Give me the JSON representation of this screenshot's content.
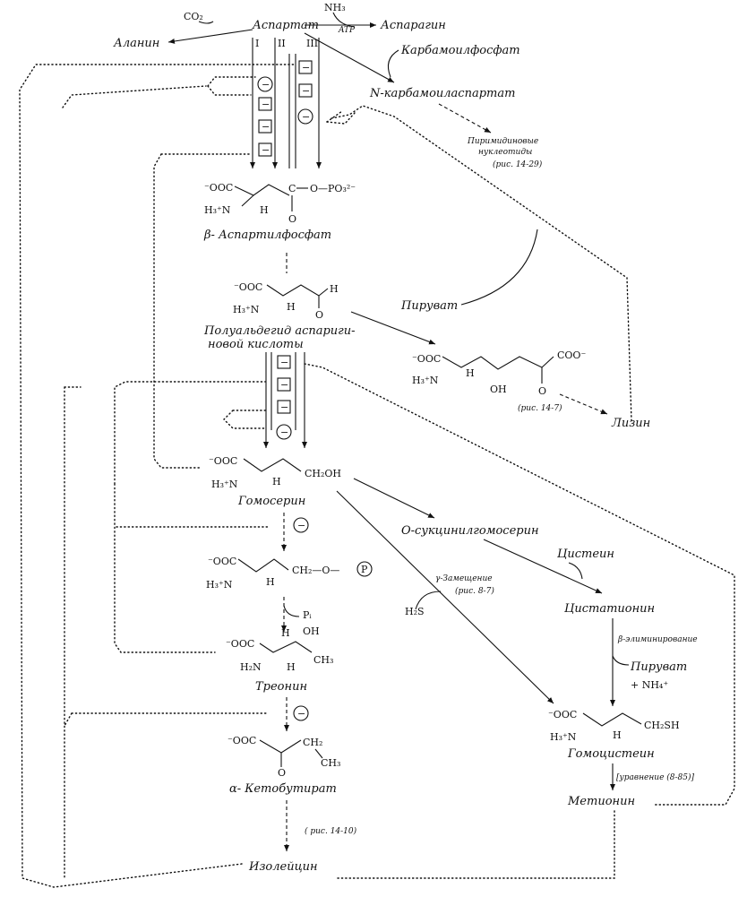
{
  "compounds": {
    "aspartate": "Аспартат",
    "asparagine": "Аспарагин",
    "alanine": "Аланин",
    "carbamoyl_aspartate": "N-карбамоиласпартат",
    "pyrimidines_l1": "Пиримидиновые",
    "pyrimidines_l2": "нуклеотиды",
    "pyrimidines_ref": "(рис. 14-29)",
    "aspartyl_phosphate": "β- Аспартилфосфат",
    "semialdehyde_l1": "Полуальдегид аспаригu-",
    "semialdehyde_l2": "новой кислоты",
    "lysine": "Лизин",
    "lysine_ref": "(рис. 14-7)",
    "homoserine": "Гомосерин",
    "succinyl_homoserine": "О-сукцинилгомосерин",
    "cystathionine": "Цистатионин",
    "homocysteine": "Гомоцистеин",
    "methionine": "Метионин",
    "threonine": "Треонин",
    "ketobutyrate": "α- Кетобутират",
    "ketobutyrate_ref": "( рис. 14-10)",
    "isoleucine": "Изолейцин"
  },
  "reagents": {
    "co2": "CO₂",
    "nh3": "NH₃",
    "atp": "ATP",
    "carbamoyl_phosphate": "Карбамоилфосфат",
    "pyruvate_in": "Пируват",
    "cysteine": "Цистеин",
    "gamma_subst_l1": "γ-Замещение",
    "gamma_subst_l2": "(рис. 8-7)",
    "h2s": "H₂S",
    "beta_elim": "β-элиминирование",
    "pyruvate_out": "Пируват",
    "nh4": "+ NH₄⁺",
    "equation_ref": "[уравнение (8-85)]",
    "pi": "Pᵢ"
  },
  "isozymes": [
    "I",
    "II",
    "III"
  ],
  "regulation_signs": {
    "minus": "−"
  },
  "formula": {
    "ooc": "⁻OOC",
    "h3n": "H₃⁺N",
    "h": "H",
    "h2n": "H₂N",
    "o": "O",
    "oh": "OH",
    "ch3": "CH₃",
    "ch2": "CH₂",
    "ch2oh": "CH₂OH",
    "ch2sh": "CH₂SH",
    "c": "C",
    "po3": "O—PO₃²⁻",
    "coo": "COO⁻",
    "ch2_o": "CH₂—O—",
    "p": "P",
    "cho": "H"
  }
}
